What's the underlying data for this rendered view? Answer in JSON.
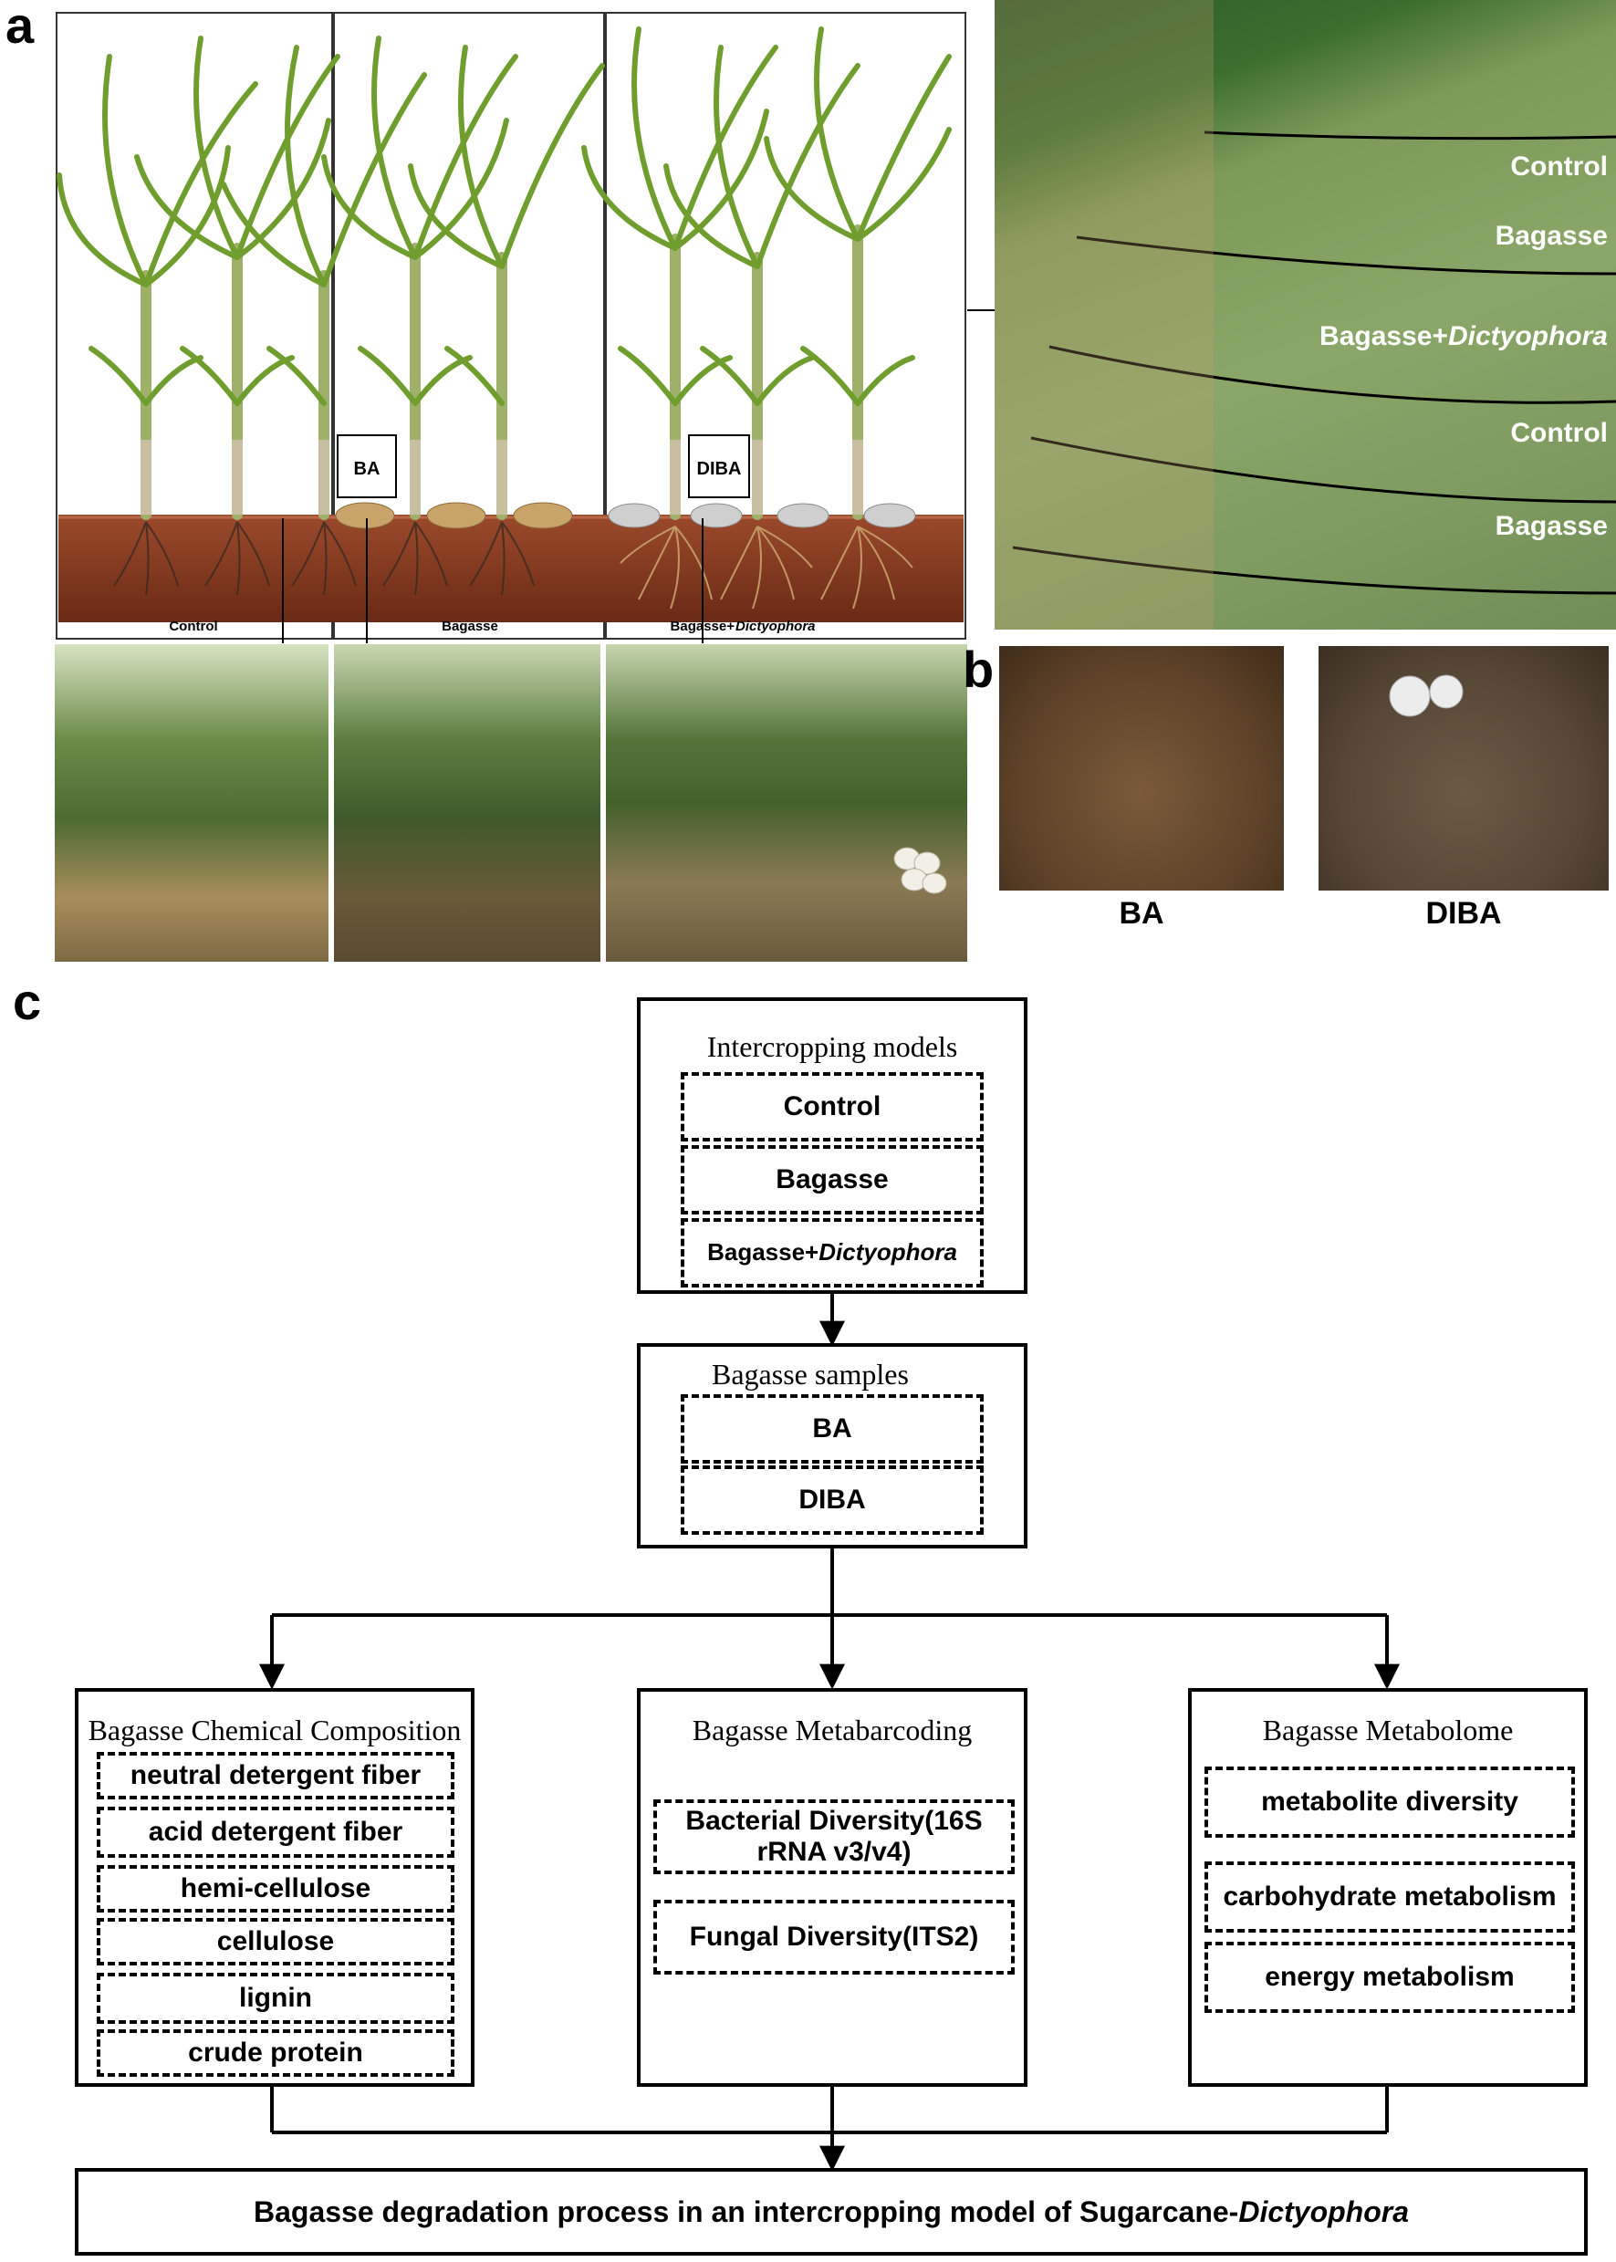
{
  "panel_a": {
    "letter": "a",
    "illustration": {
      "labels": [
        "Control",
        "Bagasse",
        "Bagasse+",
        "Dictyophora"
      ],
      "callouts": [
        "BA",
        "DIBA"
      ]
    },
    "aerial_labels": [
      "Control",
      "Bagasse",
      "Bagasse+",
      "Dictyophora",
      "Control",
      "Bagasse"
    ]
  },
  "panel_b": {
    "letter": "b",
    "photo_labels": [
      "BA",
      "DIBA"
    ]
  },
  "panel_c": {
    "letter": "c",
    "intercropping": {
      "title": "Intercropping models",
      "items": [
        "Control",
        "Bagasse",
        "Bagasse+",
        "Dictyophora"
      ]
    },
    "samples": {
      "title": "Bagasse samples",
      "items": [
        "BA",
        "DIBA"
      ]
    },
    "chemical": {
      "title": "Bagasse Chemical Composition",
      "items": [
        "neutral detergent fiber",
        "acid detergent fiber",
        "hemi-cellulose",
        "cellulose",
        "lignin",
        "crude protein"
      ]
    },
    "metabarcoding": {
      "title": "Bagasse  Metabarcoding",
      "items": [
        "Bacterial Diversity(16S rRNA v3/v4)",
        "Fungal Diversity(ITS2)"
      ]
    },
    "metabolome": {
      "title": "Bagasse  Metabolome",
      "items": [
        "metabolite diversity",
        "carbohydrate metabolism",
        "energy metabolism"
      ]
    },
    "final": {
      "text": "Bagasse degradation process in an intercropping model of Sugarcane-",
      "italic": "Dictyophora"
    }
  },
  "colors": {
    "soil_top": "#8b3a22",
    "soil_bottom": "#6e2c18",
    "sky": "#ffffff",
    "leaf": "#7fae3a",
    "stalk": "#a9b978",
    "aerial": "#6b8b4a",
    "photo_soil": "#6b5233"
  }
}
